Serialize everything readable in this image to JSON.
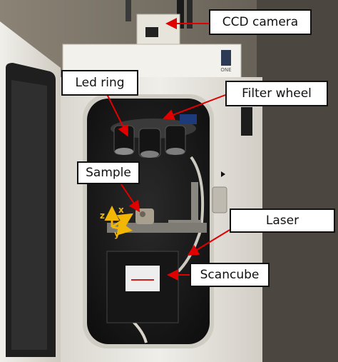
{
  "labels": {
    "ccd_camera": "CCD camera",
    "led_ring": "Led ring",
    "filter_wheel": "Filter wheel",
    "sample": "Sample",
    "laser": "Laser",
    "scancube": "Scancube",
    "device_badge": "ONE"
  },
  "axes": {
    "x": "x",
    "y": "y",
    "z": "z"
  },
  "colors": {
    "arrow": "#e00000",
    "axis": "#f2b705",
    "cabinet": "#e9e6df",
    "interior": "#1c1c1c"
  }
}
